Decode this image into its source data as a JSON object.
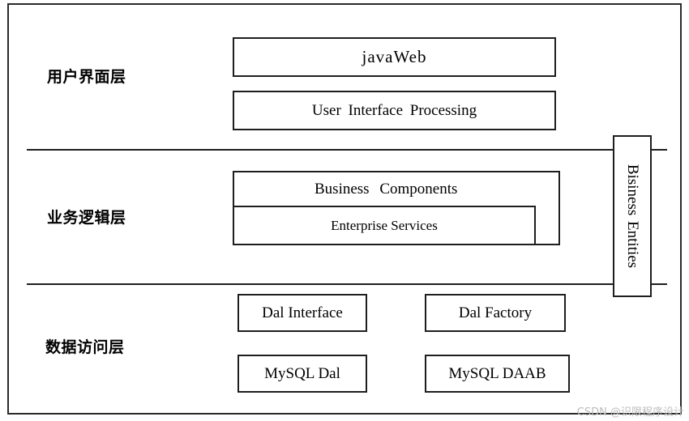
{
  "layers": {
    "ui": "用户界面层",
    "business": "业务逻辑层",
    "data": "数据访问层"
  },
  "boxes": {
    "java_web": "javaWeb",
    "ui_processing": "User Interface Processing",
    "business_components": "Business Components",
    "enterprise_services": "Enterprise Services",
    "dal_interface": "Dal Interface",
    "dal_factory": "Dal Factory",
    "mysql_dal": "MySQL Dal",
    "mysql_daab": "MySQL DAAB",
    "business_entities": "Bisiness Entities"
  },
  "watermark": "CSDN @识限程序设计"
}
